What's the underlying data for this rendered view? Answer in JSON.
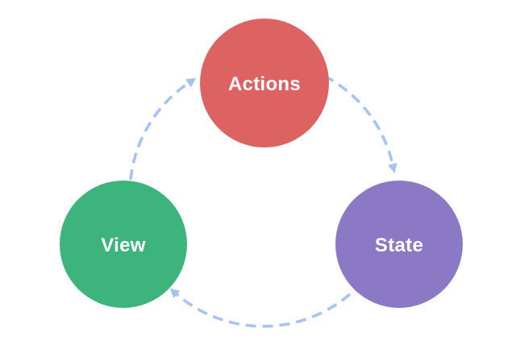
{
  "diagram": {
    "type": "cycle",
    "background_color": "#ffffff",
    "arrow_color": "#a4c3f4",
    "label_color": "#ffffff",
    "nodes": [
      {
        "label": "Actions",
        "color": "#dd6363"
      },
      {
        "label": "State",
        "color": "#8b79c6"
      },
      {
        "label": "View",
        "color": "#3cb47c"
      }
    ],
    "edges": [
      {
        "from": "Actions",
        "to": "State",
        "style": "dashed-arrow"
      },
      {
        "from": "State",
        "to": "View",
        "style": "dashed-arrow"
      },
      {
        "from": "View",
        "to": "Actions",
        "style": "dashed-arrow"
      }
    ]
  }
}
